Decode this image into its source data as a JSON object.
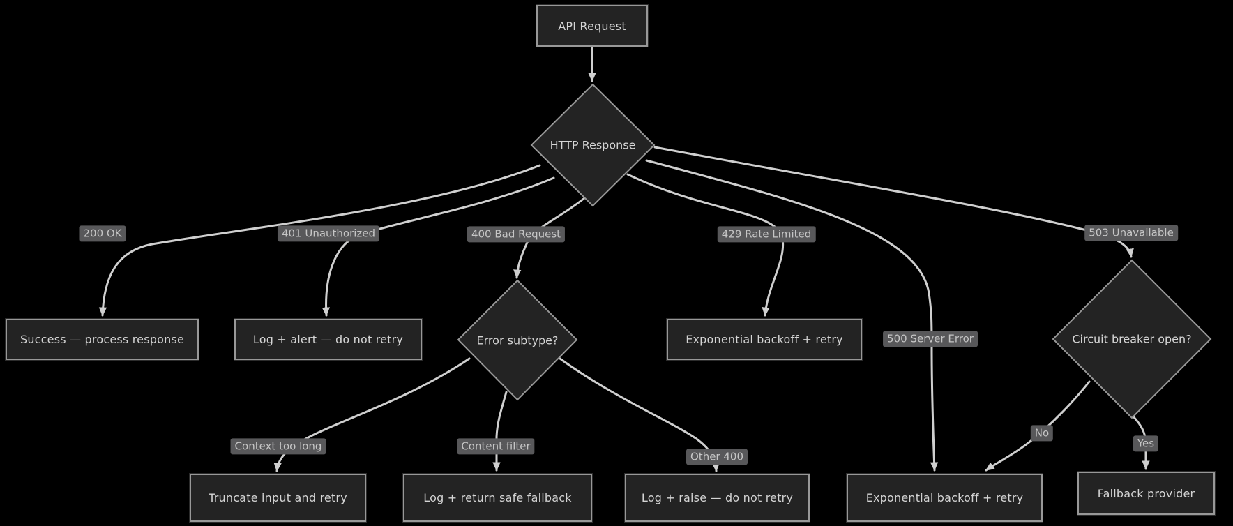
{
  "diagram": {
    "type": "flowchart",
    "background": "#000000",
    "colors": {
      "node_fill": "#232323",
      "node_border": "#989898",
      "node_text": "#d4d4d4",
      "edge": "#cfcfcf",
      "edge_label_bg": "#58585a",
      "edge_label_text": "#c6c6c6"
    },
    "nodes": {
      "api_request": {
        "label": "API Request",
        "shape": "box"
      },
      "http_response": {
        "label": "HTTP Response",
        "shape": "decision"
      },
      "success": {
        "label": "Success — process response",
        "shape": "box"
      },
      "log_alert": {
        "label": "Log + alert — do not retry",
        "shape": "box"
      },
      "error_subtype": {
        "label": "Error subtype?",
        "shape": "decision"
      },
      "backoff_retry_1": {
        "label": "Exponential backoff + retry",
        "shape": "box"
      },
      "circuit_breaker": {
        "label": "Circuit breaker open?",
        "shape": "decision"
      },
      "truncate_retry": {
        "label": "Truncate input and retry",
        "shape": "box"
      },
      "safe_fallback": {
        "label": "Log + return safe fallback",
        "shape": "box"
      },
      "log_raise": {
        "label": "Log + raise — do not retry",
        "shape": "box"
      },
      "backoff_retry_2": {
        "label": "Exponential backoff + retry",
        "shape": "box"
      },
      "fallback_provider": {
        "label": "Fallback provider",
        "shape": "box"
      }
    },
    "edges": [
      {
        "from": "api_request",
        "to": "http_response"
      },
      {
        "from": "http_response",
        "to": "success",
        "label": "200 OK"
      },
      {
        "from": "http_response",
        "to": "log_alert",
        "label": "401 Unauthorized"
      },
      {
        "from": "http_response",
        "to": "error_subtype",
        "label": "400 Bad Request"
      },
      {
        "from": "http_response",
        "to": "backoff_retry_1",
        "label": "429 Rate Limited"
      },
      {
        "from": "http_response",
        "to": "backoff_retry_2",
        "label": "500 Server Error"
      },
      {
        "from": "http_response",
        "to": "circuit_breaker",
        "label": "503 Unavailable"
      },
      {
        "from": "error_subtype",
        "to": "truncate_retry",
        "label": "Context too long"
      },
      {
        "from": "error_subtype",
        "to": "safe_fallback",
        "label": "Content filter"
      },
      {
        "from": "error_subtype",
        "to": "log_raise",
        "label": "Other 400"
      },
      {
        "from": "circuit_breaker",
        "to": "backoff_retry_2",
        "label": "No"
      },
      {
        "from": "circuit_breaker",
        "to": "fallback_provider",
        "label": "Yes"
      }
    ]
  }
}
